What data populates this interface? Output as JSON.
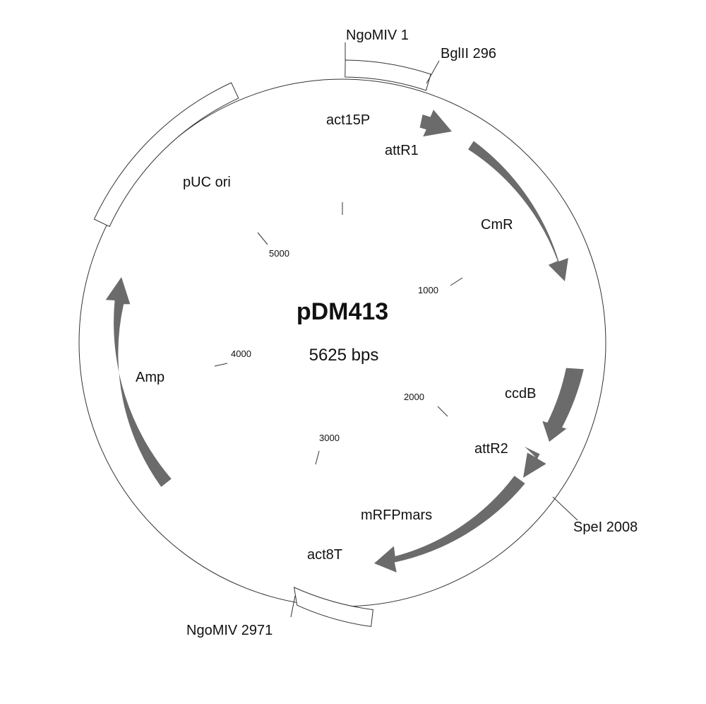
{
  "plasmid": {
    "name": "pDM413",
    "size_label": "5625 bps"
  },
  "colors": {
    "arrow_fill": "#6b6b6b",
    "outline": "#333333",
    "box_fill": "#ffffff"
  },
  "features": {
    "act15P": "act15P",
    "attR1": "attR1",
    "CmR": "CmR",
    "ccdB": "ccdB",
    "attR2": "attR2",
    "mRFPmars": "mRFPmars",
    "act8T": "act8T",
    "Amp": "Amp",
    "pUC_ori": "pUC ori"
  },
  "sites": {
    "ngomiv_1": "NgoMIV 1",
    "bglii_296": "BglII 296",
    "spei_2008": "SpeI 2008",
    "ngomiv_2971": "NgoMIV 2971"
  },
  "ticks": {
    "t1000": "1000",
    "t2000": "2000",
    "t3000": "3000",
    "t4000": "4000",
    "t5000": "5000"
  }
}
